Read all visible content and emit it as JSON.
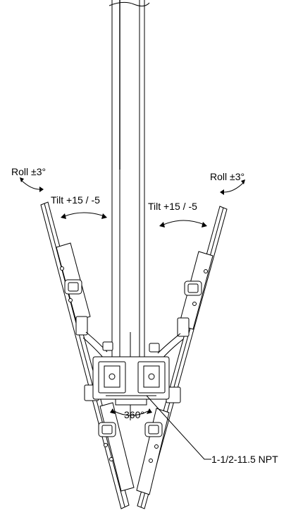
{
  "labels": {
    "roll_left": "Roll ±3°",
    "roll_right": "Roll ±3°",
    "tilt_left": "Tilt +15 / -5",
    "tilt_right": "Tilt +15 / -5",
    "rotation": "360°",
    "thread": "1-1/2-11.5 NPT"
  }
}
